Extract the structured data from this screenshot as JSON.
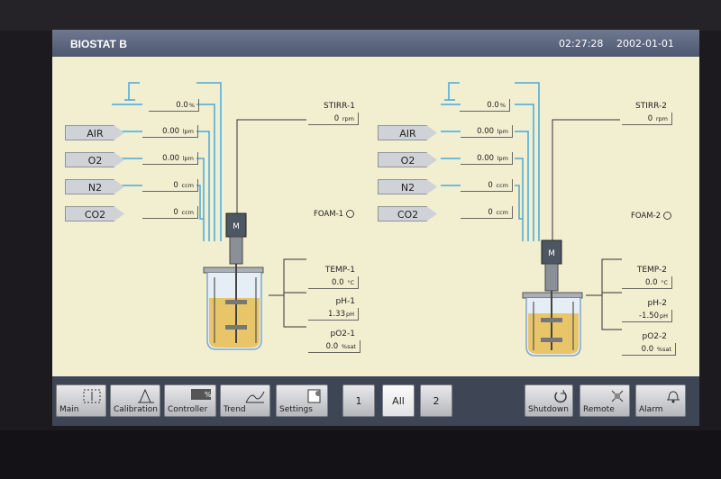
{
  "header": {
    "app_title": "BIOSTAT B",
    "time": "02:27:28",
    "date": "2002-01-01"
  },
  "gases": [
    "AIR",
    "O2",
    "N2",
    "CO2"
  ],
  "unit1": {
    "flow_top": {
      "value": "0.0",
      "unit": "%"
    },
    "air": {
      "value": "0.00",
      "unit": "lpm"
    },
    "o2": {
      "value": "0.00",
      "unit": "lpm"
    },
    "n2": {
      "value": "0",
      "unit": "ccm"
    },
    "co2": {
      "value": "0",
      "unit": "ccm"
    },
    "stirr": {
      "label": "STIRR-1",
      "value": "0",
      "unit": "rpm"
    },
    "foam": {
      "label": "FOAM-1"
    },
    "temp": {
      "label": "TEMP-1",
      "value": "0.0",
      "unit": "°C"
    },
    "ph": {
      "label": "pH-1",
      "value": "1.33",
      "unit": "pH"
    },
    "po2": {
      "label": "pO2-1",
      "value": "0.0",
      "unit": "%sat"
    }
  },
  "unit2": {
    "flow_top": {
      "value": "0.0",
      "unit": "%"
    },
    "air": {
      "value": "0.00",
      "unit": "lpm"
    },
    "o2": {
      "value": "0.00",
      "unit": "lpm"
    },
    "n2": {
      "value": "0",
      "unit": "ccm"
    },
    "co2": {
      "value": "0",
      "unit": "ccm"
    },
    "stirr": {
      "label": "STIRR-2",
      "value": "0",
      "unit": "rpm"
    },
    "foam": {
      "label": "FOAM-2"
    },
    "temp": {
      "label": "TEMP-2",
      "value": "0.0",
      "unit": "°C"
    },
    "ph": {
      "label": "pH-2",
      "value": "-1.50",
      "unit": "pH"
    },
    "po2": {
      "label": "pO2-2",
      "value": "0.0",
      "unit": "%sat"
    }
  },
  "toolbar": {
    "main": "Main",
    "calibration": "Calibration",
    "controller": "Controller",
    "trend": "Trend",
    "settings": "Settings",
    "unit_1": "1",
    "unit_all": "All",
    "unit_2": "2",
    "shutdown": "Shutdown",
    "remote": "Remote",
    "alarm": "Alarm"
  },
  "colors": {
    "pipe": "#4aa8d8",
    "background": "#f2eed0",
    "titlebar": "#5a637b",
    "culture": "#e9c56a"
  }
}
